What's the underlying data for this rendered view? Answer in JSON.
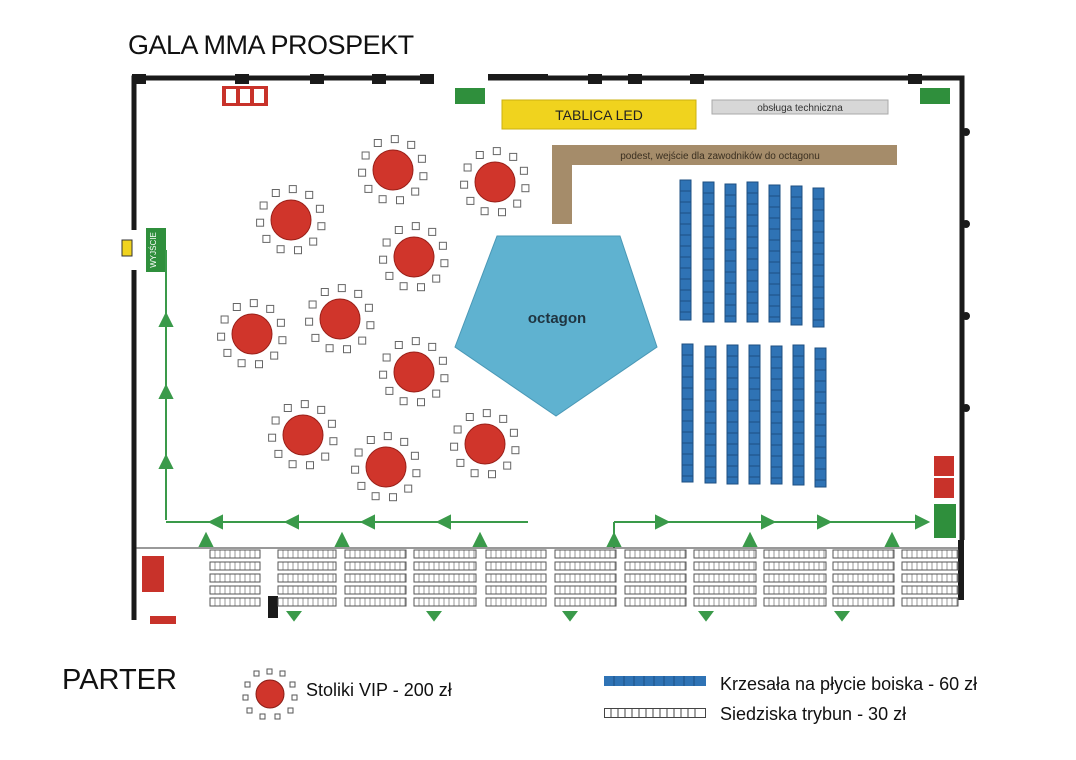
{
  "title": "GALA MMA PROSPEKT",
  "floor": "PARTER",
  "zones": {
    "led": "TABLICA LED",
    "tech": "obsługa techniczna",
    "stage": "podest, wejście dla zawodników do octagonu",
    "octagon": "octagon",
    "exit_sign": "WYJŚCIE"
  },
  "legend": {
    "vip": "Stoliki VIP - 200 zł",
    "chairs": "Krzesała na płycie boiska - 60 zł",
    "stands": "Siedziska trybun - 30 zł"
  },
  "colors": {
    "vip": "#d0352b",
    "chairs": "#2f73b5",
    "octagon": "#5fb2d0",
    "led": "#f0d31e",
    "stage": "#a58c6a",
    "arrows": "#3a9a4a",
    "walls": "#1a1a1a"
  }
}
